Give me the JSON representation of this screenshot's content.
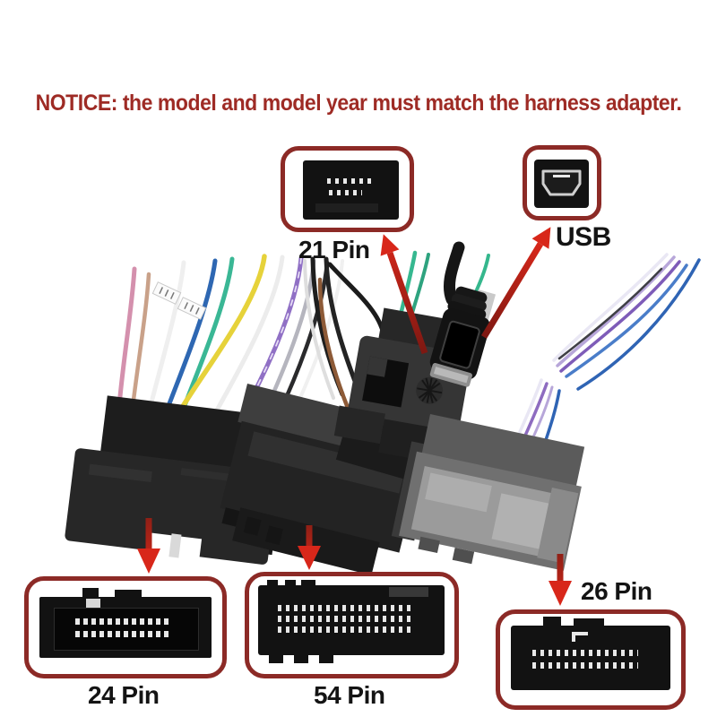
{
  "colors": {
    "notice_text": "#9e2b25",
    "callout_border": "#8c2a26",
    "arrow": "#d8271a",
    "arrow_dark": "#7d1812",
    "label_text": "#141414"
  },
  "notice": {
    "text": "NOTICE: the model and model year must match the harness adapter."
  },
  "callouts": {
    "pin21": {
      "label": "21 Pin"
    },
    "usb": {
      "label": "USB"
    },
    "pin24": {
      "label": "24 Pin"
    },
    "pin54": {
      "label": "54 Pin"
    },
    "pin26": {
      "label": "26 Pin"
    }
  }
}
